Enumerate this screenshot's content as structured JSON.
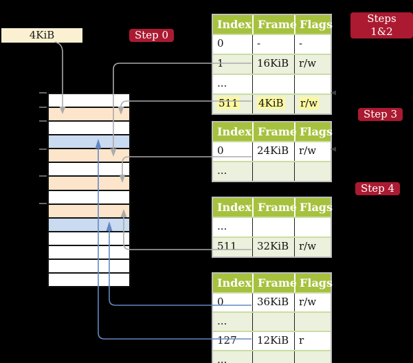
{
  "labels": {
    "frame_box": "4KiB",
    "step0": "Step 0",
    "steps12": "Steps 1&2",
    "step3": "Step 3",
    "step4": "Step 4"
  },
  "colors": {
    "background": "#000000",
    "badge": "#AB1A31",
    "frame_box": "#FBF1D2",
    "table_header_green": "#A6C13D",
    "table_row_green": "#EBF1DC",
    "highlight_yellow": "#FDF8A0",
    "memory_peach": "#FCE5CB",
    "memory_blue": "#CADAF0",
    "connector_gray": "#ABABAB",
    "connector_blue": "#6288C4"
  },
  "memory_strip": {
    "rows": [
      "white",
      "peach",
      "white",
      "blue",
      "peach",
      "white",
      "peach",
      "white",
      "peach",
      "blue",
      "white",
      "white",
      "white",
      "white"
    ]
  },
  "tables": [
    {
      "headers": [
        "Index",
        "Frame",
        "Flags"
      ],
      "rows": [
        {
          "cells": [
            "0",
            "-",
            "-"
          ]
        },
        {
          "cells": [
            "1",
            "16KiB",
            "r/w"
          ]
        },
        {
          "cells": [
            "...",
            "",
            ""
          ]
        },
        {
          "cells": [
            "511",
            "4KiB",
            "r/w"
          ]
        }
      ]
    },
    {
      "headers": [
        "Index",
        "Frame",
        "Flags"
      ],
      "rows": [
        {
          "cells": [
            "0",
            "24KiB",
            "r/w"
          ]
        },
        {
          "cells": [
            "...",
            "",
            ""
          ]
        }
      ]
    },
    {
      "headers": [
        "Index",
        "Frame",
        "Flags"
      ],
      "rows": [
        {
          "cells": [
            "...",
            "",
            ""
          ]
        },
        {
          "cells": [
            "511",
            "32KiB",
            "r/w"
          ]
        }
      ]
    },
    {
      "headers": [
        "Index",
        "Frame",
        "Flags"
      ],
      "rows": [
        {
          "cells": [
            "0",
            "36KiB",
            "r/w"
          ]
        },
        {
          "cells": [
            "...",
            "",
            ""
          ]
        },
        {
          "cells": [
            "127",
            "12KiB",
            "r"
          ]
        },
        {
          "cells": [
            "...",
            "",
            ""
          ]
        }
      ]
    }
  ],
  "connections": [
    {
      "from": "frame-size-label 4KiB",
      "to": "memory row 2 (frame 4KiB)",
      "color": "gray"
    },
    {
      "from": "table1 entry 1 (16KiB)",
      "to": "memory row 5 (frame 16KiB)",
      "color": "gray"
    },
    {
      "from": "table1 entry 511 (4KiB)",
      "to": "memory row 2 (frame 4KiB)",
      "color": "gray"
    },
    {
      "from": "table2 entry 0 (24KiB)",
      "to": "memory row 7 (frame 24KiB)",
      "color": "gray"
    },
    {
      "from": "table3 entry 511 (32KiB)",
      "to": "memory row 9 (frame 32KiB)",
      "color": "gray"
    },
    {
      "from": "table4 entry 0 (36KiB)",
      "to": "memory row 10 (frame 36KiB)",
      "color": "blue"
    },
    {
      "from": "table4 entry 127 (12KiB)",
      "to": "memory row 4 (frame 12KiB)",
      "color": "blue"
    }
  ]
}
